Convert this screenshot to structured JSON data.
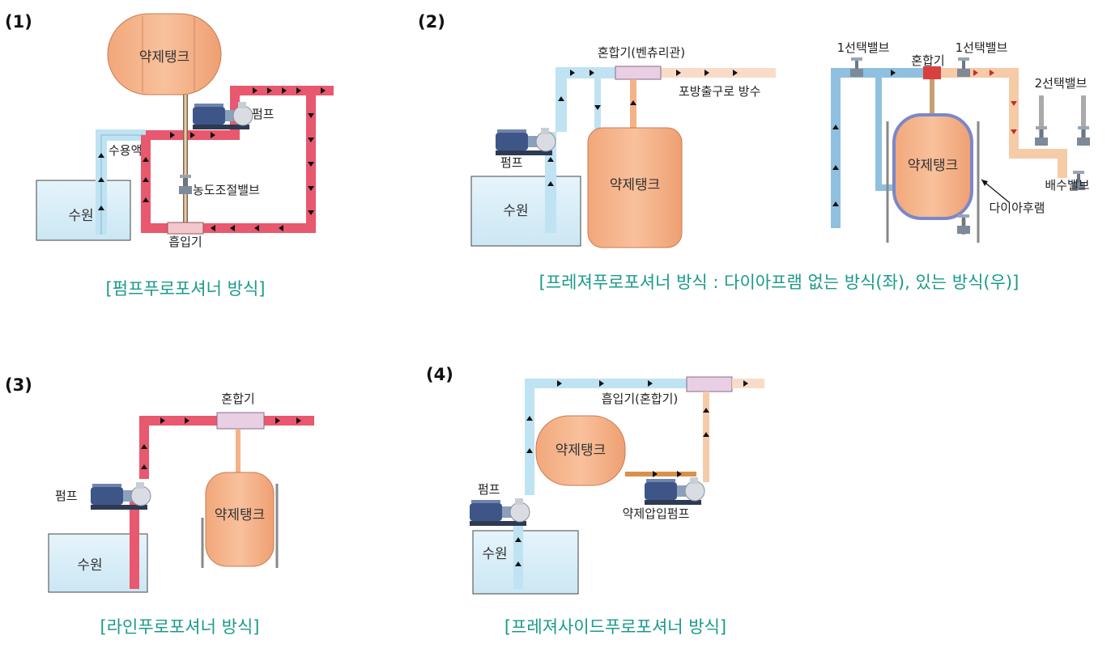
{
  "panel1": {
    "number": "(1)",
    "tank": "약제탱크",
    "pump": "펌프",
    "water_intake": "수용액",
    "conc_valve": "농도조절밸브",
    "source": "수원",
    "inductor": "흡입기",
    "caption": "[펌프푸로포셔너 방식]"
  },
  "panel2": {
    "number": "(2)",
    "mixer_venturi": "혼합기(벤츄리관)",
    "outlet": "포방출구로 방수",
    "pump": "펌프",
    "source": "수원",
    "tank_left": "약제탱크",
    "valve1_left": "1선택밸브",
    "mixer": "혼합기",
    "valve1_right": "1선택밸브",
    "valve2": "2선택밸브",
    "tank_right": "약제탱크",
    "drain_valve": "배수밸브",
    "diaphragm": "다이아후램",
    "caption": "[프레져푸로포셔너 방식 : 다이아프램 없는 방식(좌), 있는 방식(우)]"
  },
  "panel3": {
    "number": "(3)",
    "mixer": "혼합기",
    "pump": "펌프",
    "tank": "약제탱크",
    "source": "수원",
    "caption": "[라인푸로포셔너 방식]"
  },
  "panel4": {
    "number": "(4)",
    "inductor_mixer": "흡입기(혼합기)",
    "tank": "약제탱크",
    "pump": "펌프",
    "injection_pump": "약제압입펌프",
    "source": "수원",
    "caption": "[프레져사이드푸로포셔너 방식]"
  },
  "colors": {
    "water_pipe": "#bfe3f2",
    "foam_pipe": "#e8586e",
    "tank": "#f5b287",
    "water_body": "#d7eef8",
    "caption": "#1a9a8a"
  }
}
